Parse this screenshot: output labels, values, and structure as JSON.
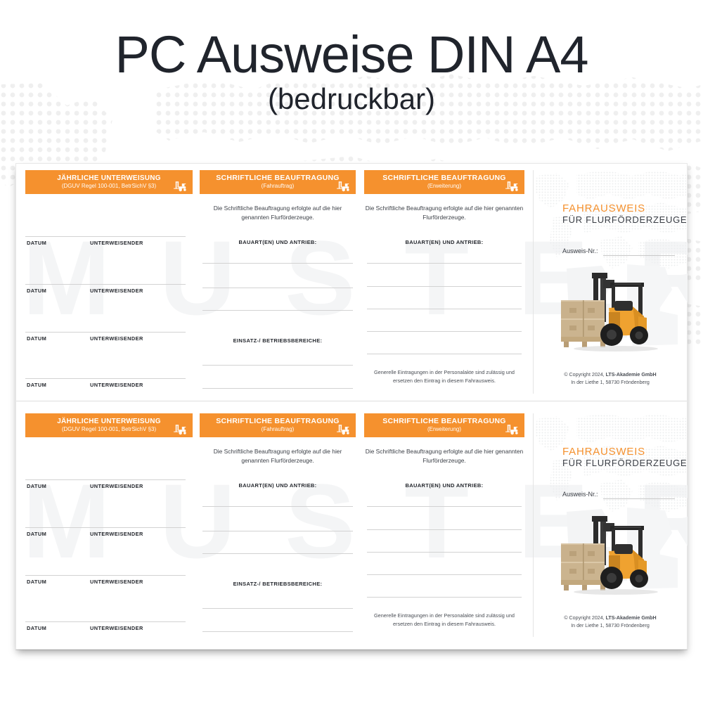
{
  "page": {
    "title_main": "PC Ausweise DIN A4",
    "title_sub": "(bedruckbar)",
    "watermark": "MUSTER",
    "accent_orange": "#F5912E",
    "text_dark": "#20242C",
    "line_gray": "#D2D2D2"
  },
  "columns": {
    "unterweisung": {
      "header_title": "JÄHRLICHE UNTERWEISUNG",
      "header_subtitle": "(DGUV Regel 100-001, BetrSichV §3)",
      "icon": "forklift-icon",
      "rows": [
        {
          "datum": "DATUM",
          "unterweisender": "UNTERWEISENDER"
        },
        {
          "datum": "DATUM",
          "unterweisender": "UNTERWEISENDER"
        },
        {
          "datum": "DATUM",
          "unterweisender": "UNTERWEISENDER"
        },
        {
          "datum": "DATUM",
          "unterweisender": "UNTERWEISENDER"
        }
      ]
    },
    "fahrauftrag": {
      "header_title": "SCHRIFTLICHE BEAUFTRAGUNG",
      "header_subtitle": "(Fahrauftrag)",
      "icon": "forklift-icon",
      "intro": "Die Schriftliche Beauftragung erfolgte auf die hier genannten Flurförderzeuge.",
      "label_bauart": "BAUART(EN) UND ANTRIEB:",
      "label_einsatz": "EINSATZ-/ BETRIEBSBEREICHE:",
      "bauart_lines": 3,
      "einsatz_lines": 2
    },
    "erweiterung": {
      "header_title": "SCHRIFTLICHE BEAUFTRAGUNG",
      "header_subtitle": "(Erweiterung)",
      "icon": "forklift-icon",
      "intro": "Die Schriftliche Beauftragung erfolgte auf die hier genannten Flurförderzeuge.",
      "label_bauart": "BAUART(EN) UND ANTRIEB:",
      "bauart_lines": 5,
      "footnote": "Generelle Eintragungen in der Personalakte sind zulässig und ersetzen den Eintrag in diesem Fahrausweis."
    },
    "fahrausweis": {
      "title_line1": "FAHRAUSWEIS",
      "title_line2": "FÜR FLURFÖRDERZEUGE",
      "ausweis_label": "Ausweis-Nr.:",
      "image": "forklift-with-pallet-photo",
      "background": "dotted-world-map",
      "copyright_line1_prefix": "© Copyright 2024, ",
      "copyright_line1_bold": "LTS-Akademie GmbH",
      "copyright_line2": "In der Liethe 1, 58730 Fröndenberg"
    }
  }
}
